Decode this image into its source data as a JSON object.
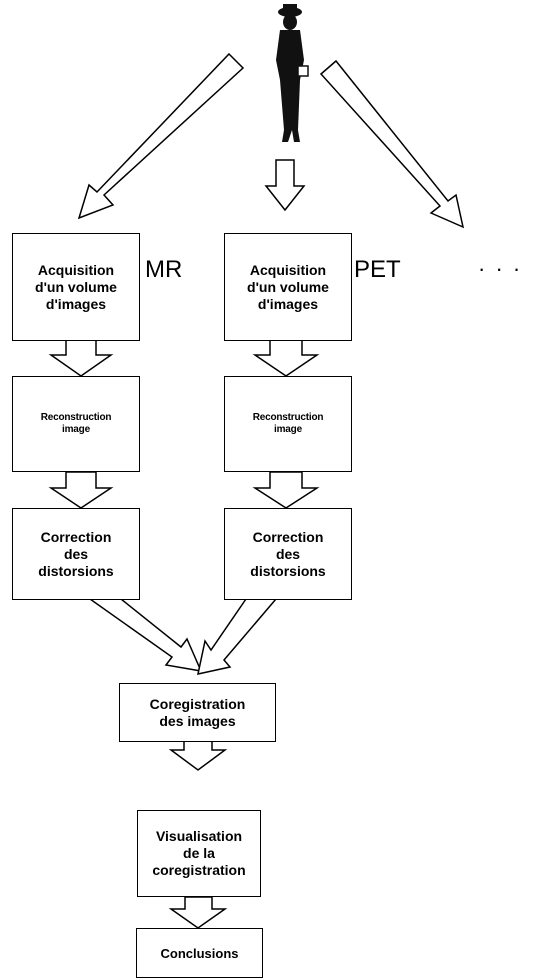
{
  "modalities": [
    {
      "label": "MR",
      "acquisition": "Acquisition\nd'un volume\nd'images",
      "reconstruction": "Reconstruction\nimage",
      "correction": "Correction\ndes\ndistorsions"
    },
    {
      "label": "PET",
      "acquisition": "Acquisition\nd'un volume\nd'images",
      "reconstruction": "Reconstruction\nimage",
      "correction": "Correction\ndes\ndistorsions"
    }
  ],
  "more_indicator": "· · ·",
  "coregistration": "Coregistration\ndes images",
  "visualisation": "Visualisation\nde la\ncoregistration",
  "conclusions": "Conclusions",
  "icons": {
    "person": "person-silhouette-icon"
  },
  "colors": {
    "stroke": "#000000",
    "arrow_fill": "#ffffff",
    "person_fill": "#111111"
  }
}
